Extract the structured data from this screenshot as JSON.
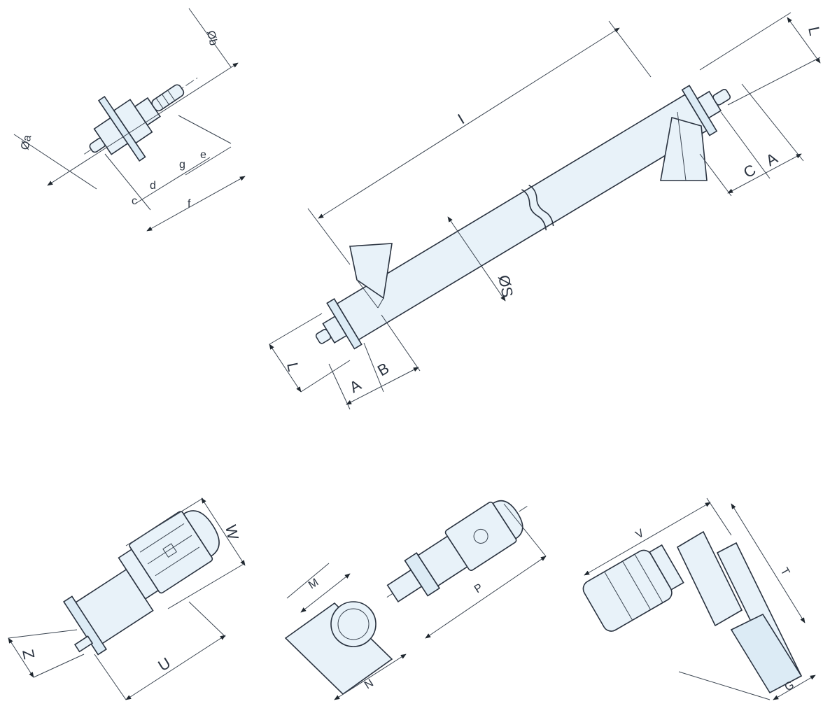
{
  "labels": {
    "a": "Øa",
    "b": "Øb",
    "c": "c",
    "d": "d",
    "e": "e",
    "f": "f",
    "g": "g",
    "L_top": "L",
    "L_bottom": "L",
    "I": "I",
    "A_right": "A",
    "C": "C",
    "A_left": "A",
    "B": "B",
    "S": "ØS",
    "W": "W",
    "Z": "Z",
    "U": "U",
    "M": "M",
    "N": "N",
    "P": "P",
    "V": "V",
    "T": "T",
    "G": "G"
  }
}
